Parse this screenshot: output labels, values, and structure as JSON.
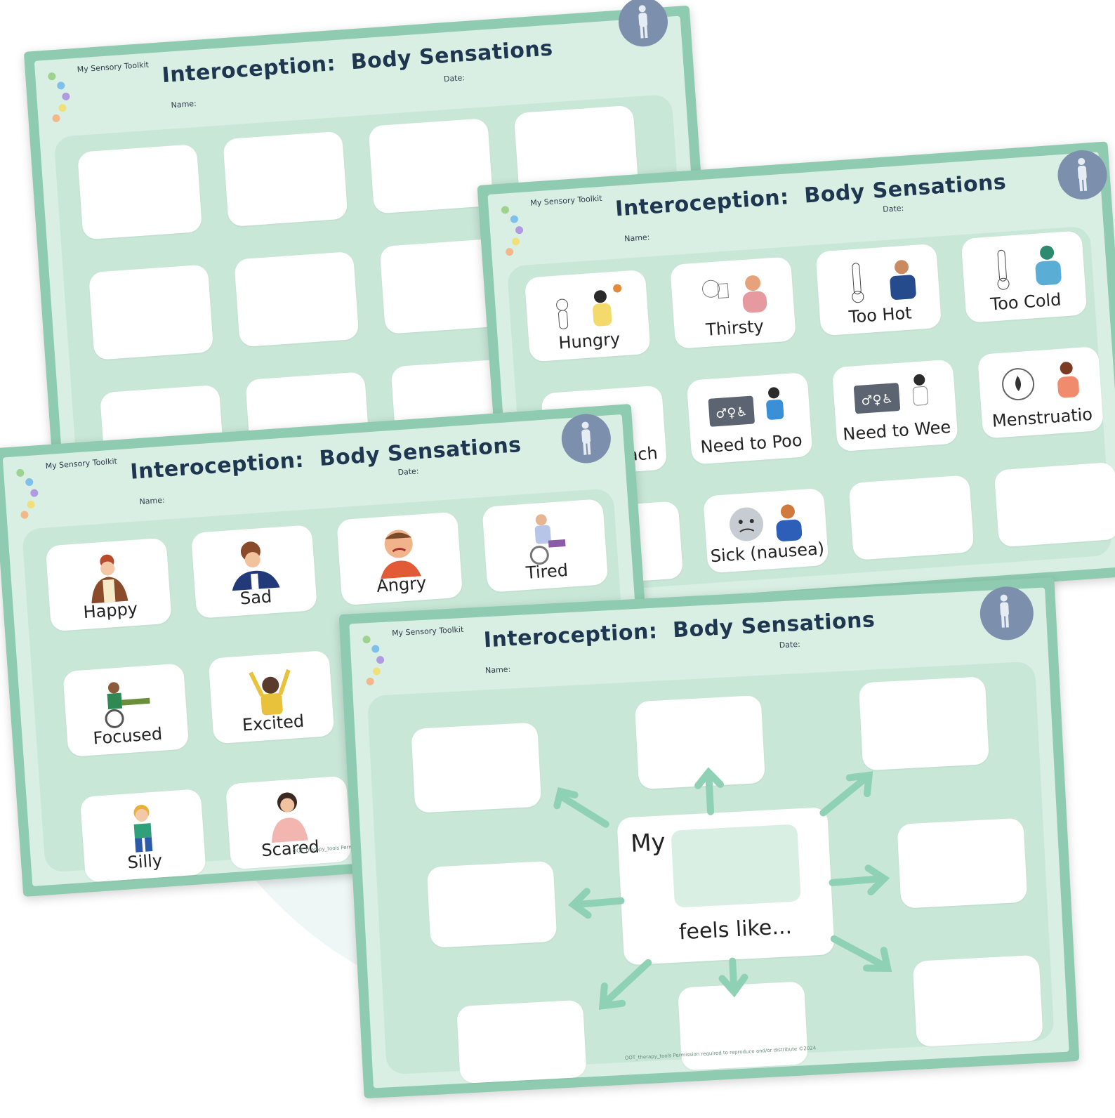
{
  "sheet_common": {
    "brand": "My Sensory Toolkit",
    "title_main": "Interoception:",
    "title_sub": "Body Sensations",
    "name_label": "Name:",
    "date_label": "Date:"
  },
  "sheet2_cards": {
    "row1": [
      "Hungry",
      "Thirsty",
      "Too Hot",
      "Too Cold"
    ],
    "row2": [
      "ach",
      "Need to Poo",
      "Need to Wee",
      "Menstruatio"
    ],
    "row3": [
      "",
      "Sick (nausea)",
      "",
      ""
    ]
  },
  "sheet3_cards": {
    "row1": [
      "Happy",
      "Sad",
      "Angry",
      "Tired"
    ],
    "row2": [
      "Focused",
      "Excited"
    ],
    "row3": [
      "Silly",
      "Scared"
    ]
  },
  "sheet3_footer": "OOT_therapy_tools   Permission required",
  "sheet4": {
    "center_top": "My",
    "center_bottom": "feels like...",
    "footer": "OOT_therapy_tools   Permission required to reproduce and/or distribute   ©2024"
  },
  "colors": {
    "frame": "#8fcbb0",
    "inner": "#d9efe4",
    "panel": "#c8e7d7",
    "title": "#1e3650",
    "body_icon": "#7c90ad",
    "arrow": "#8fd1b4"
  }
}
